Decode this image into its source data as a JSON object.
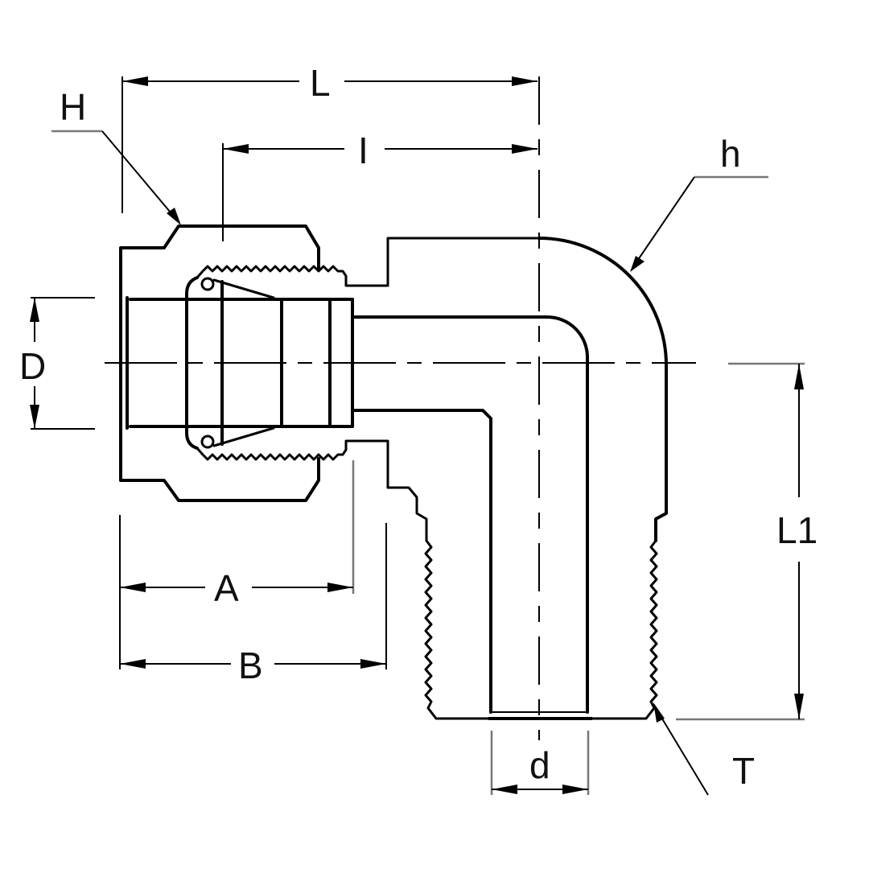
{
  "drawing": {
    "title": "Male Elbow Compression Fitting Dimension Drawing",
    "line_color": "#000000",
    "background": "#ffffff",
    "labels": {
      "L": "L",
      "I": "I",
      "H": "H",
      "h": "h",
      "D": "D",
      "A": "A",
      "B": "B",
      "L1": "L1",
      "d": "d",
      "T": "T"
    }
  }
}
